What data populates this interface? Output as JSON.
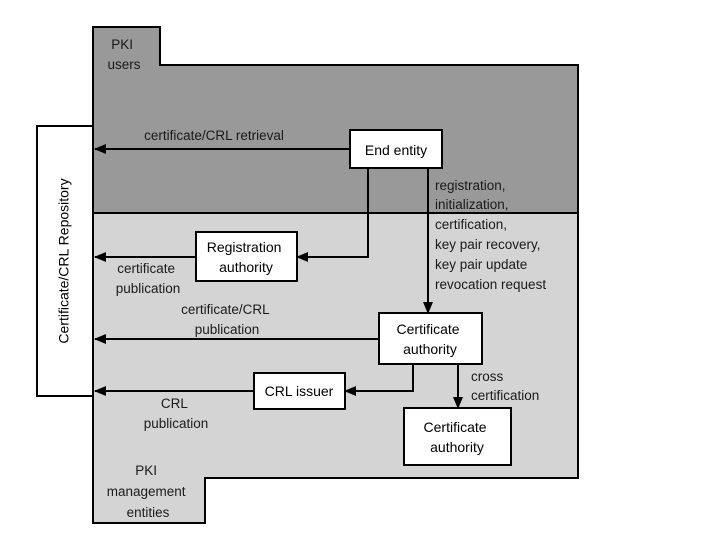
{
  "colors": {
    "users_region": "#999999",
    "management_region": "#d4d4d4",
    "boxes": "#ffffff",
    "lines": "#000000"
  },
  "regions": {
    "users_label": [
      "PKI",
      "users"
    ],
    "management_label": [
      "PKI",
      "management",
      "entities"
    ]
  },
  "repository": {
    "label": "Certificate/CRL Repository"
  },
  "nodes": {
    "end_entity": [
      "End entity"
    ],
    "registration_authority": [
      "Registration",
      "authority"
    ],
    "certificate_authority": [
      "Certificate",
      "authority"
    ],
    "crl_issuer": [
      "CRL issuer"
    ],
    "certificate_authority_2": [
      "Certificate",
      "authority"
    ]
  },
  "edge_labels": {
    "ee_retrieval": [
      "certificate/CRL retrieval"
    ],
    "ee_management_ops": [
      "registration,",
      "initialization,",
      "certification,",
      "key pair recovery,",
      "key pair update",
      "revocation request"
    ],
    "ra_publication": [
      "certificate",
      "publication"
    ],
    "ca_publication": [
      "certificate/CRL",
      "publication"
    ],
    "crl_publication": [
      "CRL",
      "publication"
    ],
    "cross_certification": [
      "cross",
      "certification"
    ]
  }
}
